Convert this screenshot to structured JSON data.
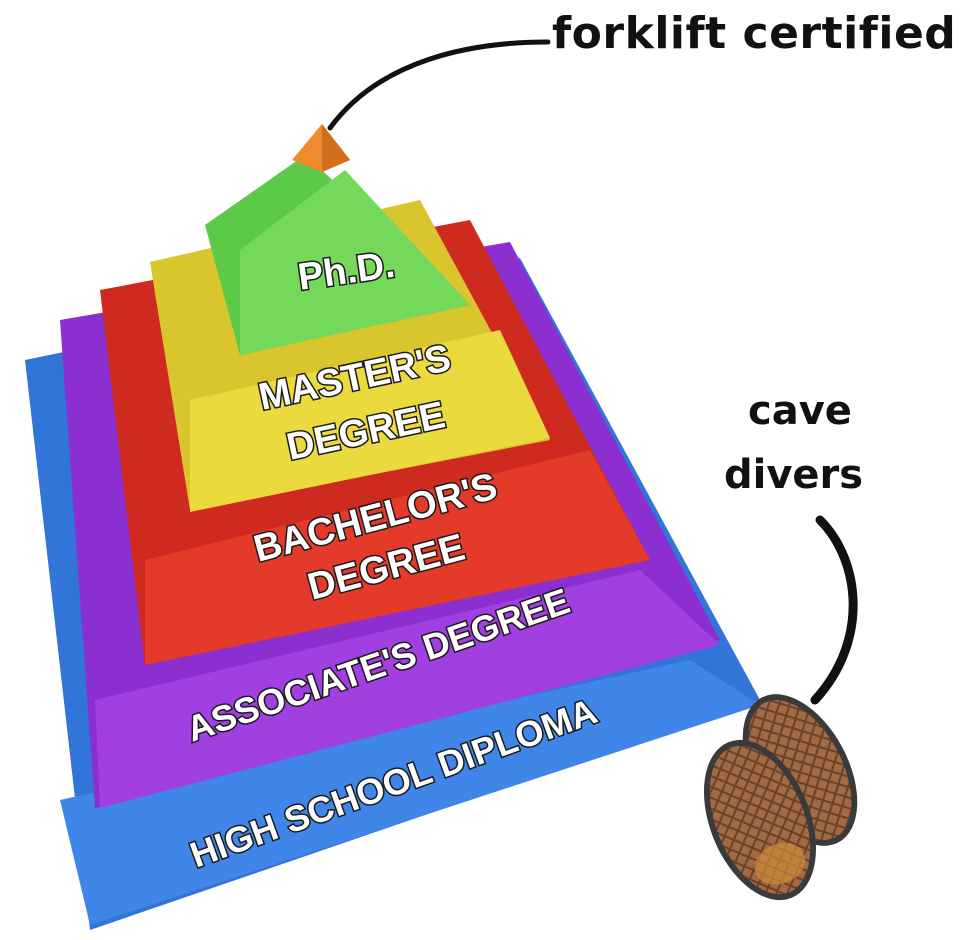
{
  "captions": {
    "top": "forklift certified",
    "cave_line1": "cave",
    "cave_line2": "divers"
  },
  "tiers": [
    {
      "label": "Ph.D."
    },
    {
      "label_line1": "MASTER'S",
      "label_line2": "DEGREE"
    },
    {
      "label_line1": "BACHELOR'S",
      "label_line2": "DEGREE"
    },
    {
      "label": "ASSOCIATE'S DEGREE"
    },
    {
      "label": "HIGH SCHOOL DIPLOMA"
    }
  ],
  "colors": {
    "apex": "#ef8a2e",
    "phd": "#74d95a",
    "masters": "#eada3e",
    "bachelors": "#e33a2a",
    "associates": "#a23fe0",
    "high_school": "#3f86e8",
    "shoe_sole": "#a06a44"
  }
}
